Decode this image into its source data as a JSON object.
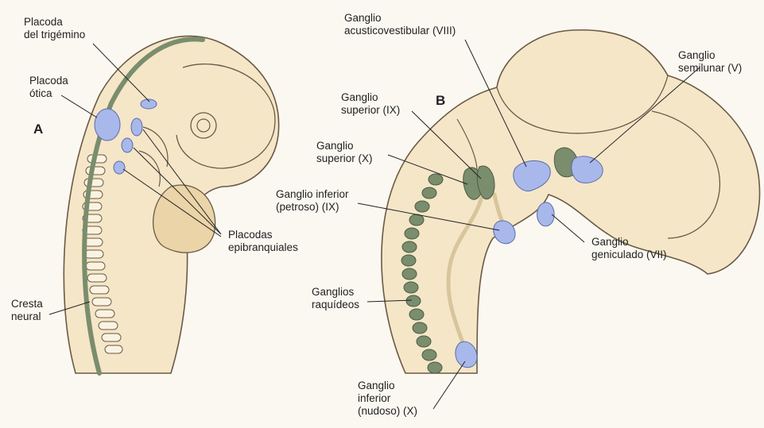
{
  "figure": {
    "panels": {
      "a": "A",
      "b": "B"
    },
    "labels_a": {
      "placoda_trigemino": "Placoda\ndel trigémino",
      "placoda_otica": "Placoda\nótica",
      "placodas_epibranquiales": "Placodas\nepibranquiales",
      "cresta_neural": "Cresta\nneural"
    },
    "labels_b": {
      "ganglio_acusticovestibular": "Ganglio\nacusticovestibular (VIII)",
      "ganglio_semilunar": "Ganglio\nsemilunar (V)",
      "ganglio_superior_ix": "Ganglio\nsuperior (IX)",
      "ganglio_superior_x": "Ganglio\nsuperior (X)",
      "ganglio_inferior_petroso": "Ganglio inferior\n(petroso) (IX)",
      "ganglio_geniculado": "Ganglio\ngeniculado (VII)",
      "ganglios_raquideos": "Ganglios\nraquídeos",
      "ganglio_inferior_nudoso": "Ganglio\ninferior\n(nudoso) (X)"
    },
    "colors": {
      "embryo_fill": "#f5e6c8",
      "embryo_outline": "#6b5a45",
      "neural_crest": "#7a8d6c",
      "placode_blue": "#a9b8ea",
      "nerve_tan": "#d9c59b"
    }
  }
}
